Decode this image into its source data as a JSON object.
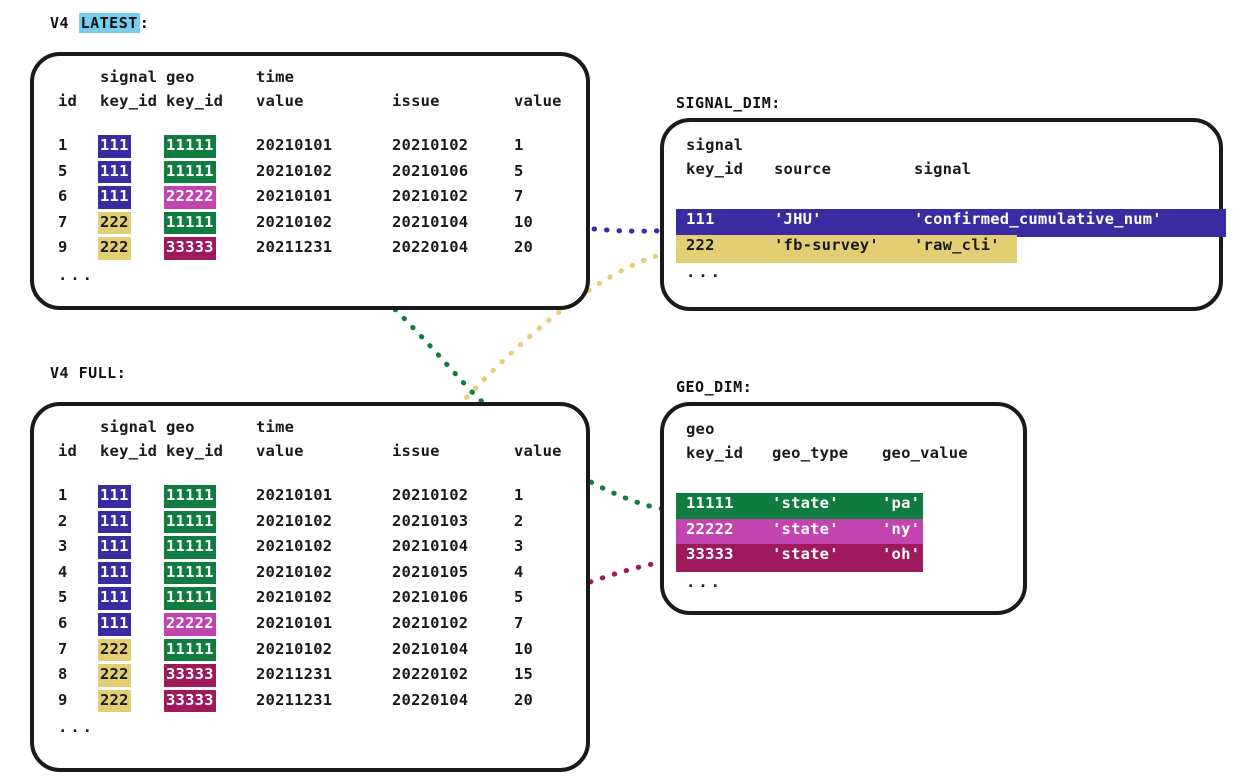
{
  "palette": {
    "purple": "#3B2BA0",
    "gold": "#E3CE74",
    "green": "#117C3F",
    "magenta": "#C244AF",
    "crimson": "#9E1A5C",
    "highlight_cyan": "#78CDEA",
    "ink": "#1A1A1A",
    "white": "#FFFFFF"
  },
  "captions": {
    "latest_prefix": "V4 ",
    "latest_highlight": "LATEST",
    "latest_suffix": ":",
    "full": "V4 FULL:",
    "signal_dim": "SIGNAL_DIM:",
    "geo_dim": "GEO_DIM:"
  },
  "fact_headers": {
    "line1": [
      "",
      "signal",
      "geo",
      "time",
      "",
      ""
    ],
    "line2": [
      "id",
      "key_id",
      "key_id",
      "value",
      "issue",
      "value"
    ]
  },
  "latest_table": {
    "ellipsis": "...",
    "rows": [
      {
        "id": "1",
        "signal_key_id": "111",
        "signal_color": "purple",
        "geo_key_id": "11111",
        "geo_color": "green",
        "time_value": "20210101",
        "issue": "20210102",
        "value": "1"
      },
      {
        "id": "5",
        "signal_key_id": "111",
        "signal_color": "purple",
        "geo_key_id": "11111",
        "geo_color": "green",
        "time_value": "20210102",
        "issue": "20210106",
        "value": "5"
      },
      {
        "id": "6",
        "signal_key_id": "111",
        "signal_color": "purple",
        "geo_key_id": "22222",
        "geo_color": "magenta",
        "time_value": "20210101",
        "issue": "20210102",
        "value": "7"
      },
      {
        "id": "7",
        "signal_key_id": "222",
        "signal_color": "gold",
        "geo_key_id": "11111",
        "geo_color": "green",
        "time_value": "20210102",
        "issue": "20210104",
        "value": "10"
      },
      {
        "id": "9",
        "signal_key_id": "222",
        "signal_color": "gold",
        "geo_key_id": "33333",
        "geo_color": "crimson",
        "time_value": "20211231",
        "issue": "20220104",
        "value": "20"
      }
    ]
  },
  "full_table": {
    "ellipsis": "...",
    "rows": [
      {
        "id": "1",
        "signal_key_id": "111",
        "signal_color": "purple",
        "geo_key_id": "11111",
        "geo_color": "green",
        "time_value": "20210101",
        "issue": "20210102",
        "value": "1"
      },
      {
        "id": "2",
        "signal_key_id": "111",
        "signal_color": "purple",
        "geo_key_id": "11111",
        "geo_color": "green",
        "time_value": "20210102",
        "issue": "20210103",
        "value": "2"
      },
      {
        "id": "3",
        "signal_key_id": "111",
        "signal_color": "purple",
        "geo_key_id": "11111",
        "geo_color": "green",
        "time_value": "20210102",
        "issue": "20210104",
        "value": "3"
      },
      {
        "id": "4",
        "signal_key_id": "111",
        "signal_color": "purple",
        "geo_key_id": "11111",
        "geo_color": "green",
        "time_value": "20210102",
        "issue": "20210105",
        "value": "4"
      },
      {
        "id": "5",
        "signal_key_id": "111",
        "signal_color": "purple",
        "geo_key_id": "11111",
        "geo_color": "green",
        "time_value": "20210102",
        "issue": "20210106",
        "value": "5"
      },
      {
        "id": "6",
        "signal_key_id": "111",
        "signal_color": "purple",
        "geo_key_id": "22222",
        "geo_color": "magenta",
        "time_value": "20210101",
        "issue": "20210102",
        "value": "7"
      },
      {
        "id": "7",
        "signal_key_id": "222",
        "signal_color": "gold",
        "geo_key_id": "11111",
        "geo_color": "green",
        "time_value": "20210102",
        "issue": "20210104",
        "value": "10"
      },
      {
        "id": "8",
        "signal_key_id": "222",
        "signal_color": "gold",
        "geo_key_id": "33333",
        "geo_color": "crimson",
        "time_value": "20211231",
        "issue": "20220102",
        "value": "15"
      },
      {
        "id": "9",
        "signal_key_id": "222",
        "signal_color": "gold",
        "geo_key_id": "33333",
        "geo_color": "crimson",
        "time_value": "20211231",
        "issue": "20220104",
        "value": "20"
      }
    ]
  },
  "signal_dim": {
    "ellipsis": "...",
    "headers": {
      "line1": [
        "signal",
        "",
        ""
      ],
      "line2": [
        "key_id",
        "source",
        "signal"
      ]
    },
    "rows": [
      {
        "key_id": "111",
        "source": "'JHU'",
        "signal": "'confirmed_cumulative_num'",
        "color": "purple",
        "text": "white"
      },
      {
        "key_id": "222",
        "source": "'fb-survey'",
        "signal": "'raw_cli'",
        "color": "gold",
        "text": "ink"
      }
    ]
  },
  "geo_dim": {
    "ellipsis": "...",
    "headers": {
      "line1": [
        "geo",
        "",
        ""
      ],
      "line2": [
        "key_id",
        "geo_type",
        "geo_value"
      ]
    },
    "rows": [
      {
        "key_id": "11111",
        "geo_type": "'state'",
        "geo_value": "'pa'",
        "color": "green",
        "text": "white"
      },
      {
        "key_id": "22222",
        "geo_type": "'state'",
        "geo_value": "'ny'",
        "color": "magenta",
        "text": "white"
      },
      {
        "key_id": "33333",
        "geo_type": "'state'",
        "geo_value": "'oh'",
        "color": "crimson",
        "text": "white"
      }
    ]
  },
  "connectors": [
    {
      "name": "latest-signal-111-to-signal-dim-111",
      "color": "purple",
      "from": "latest.row1.signal_key_id",
      "to": "signal_dim.row111.key_id"
    },
    {
      "name": "latest-geo-11111-to-geo-dim-11111",
      "color": "green",
      "from": "latest.row7.geo_key_id",
      "to": "geo_dim.row11111.key_id"
    },
    {
      "name": "full-signal-222-to-signal-dim-222",
      "color": "gold",
      "from": "full.row7.signal_key_id",
      "to": "signal_dim.row222.key_id"
    },
    {
      "name": "full-geo-33333-to-geo-dim-33333",
      "color": "crimson",
      "from": "full.row8.geo_key_id",
      "to": "geo_dim.row33333.key_id"
    }
  ]
}
